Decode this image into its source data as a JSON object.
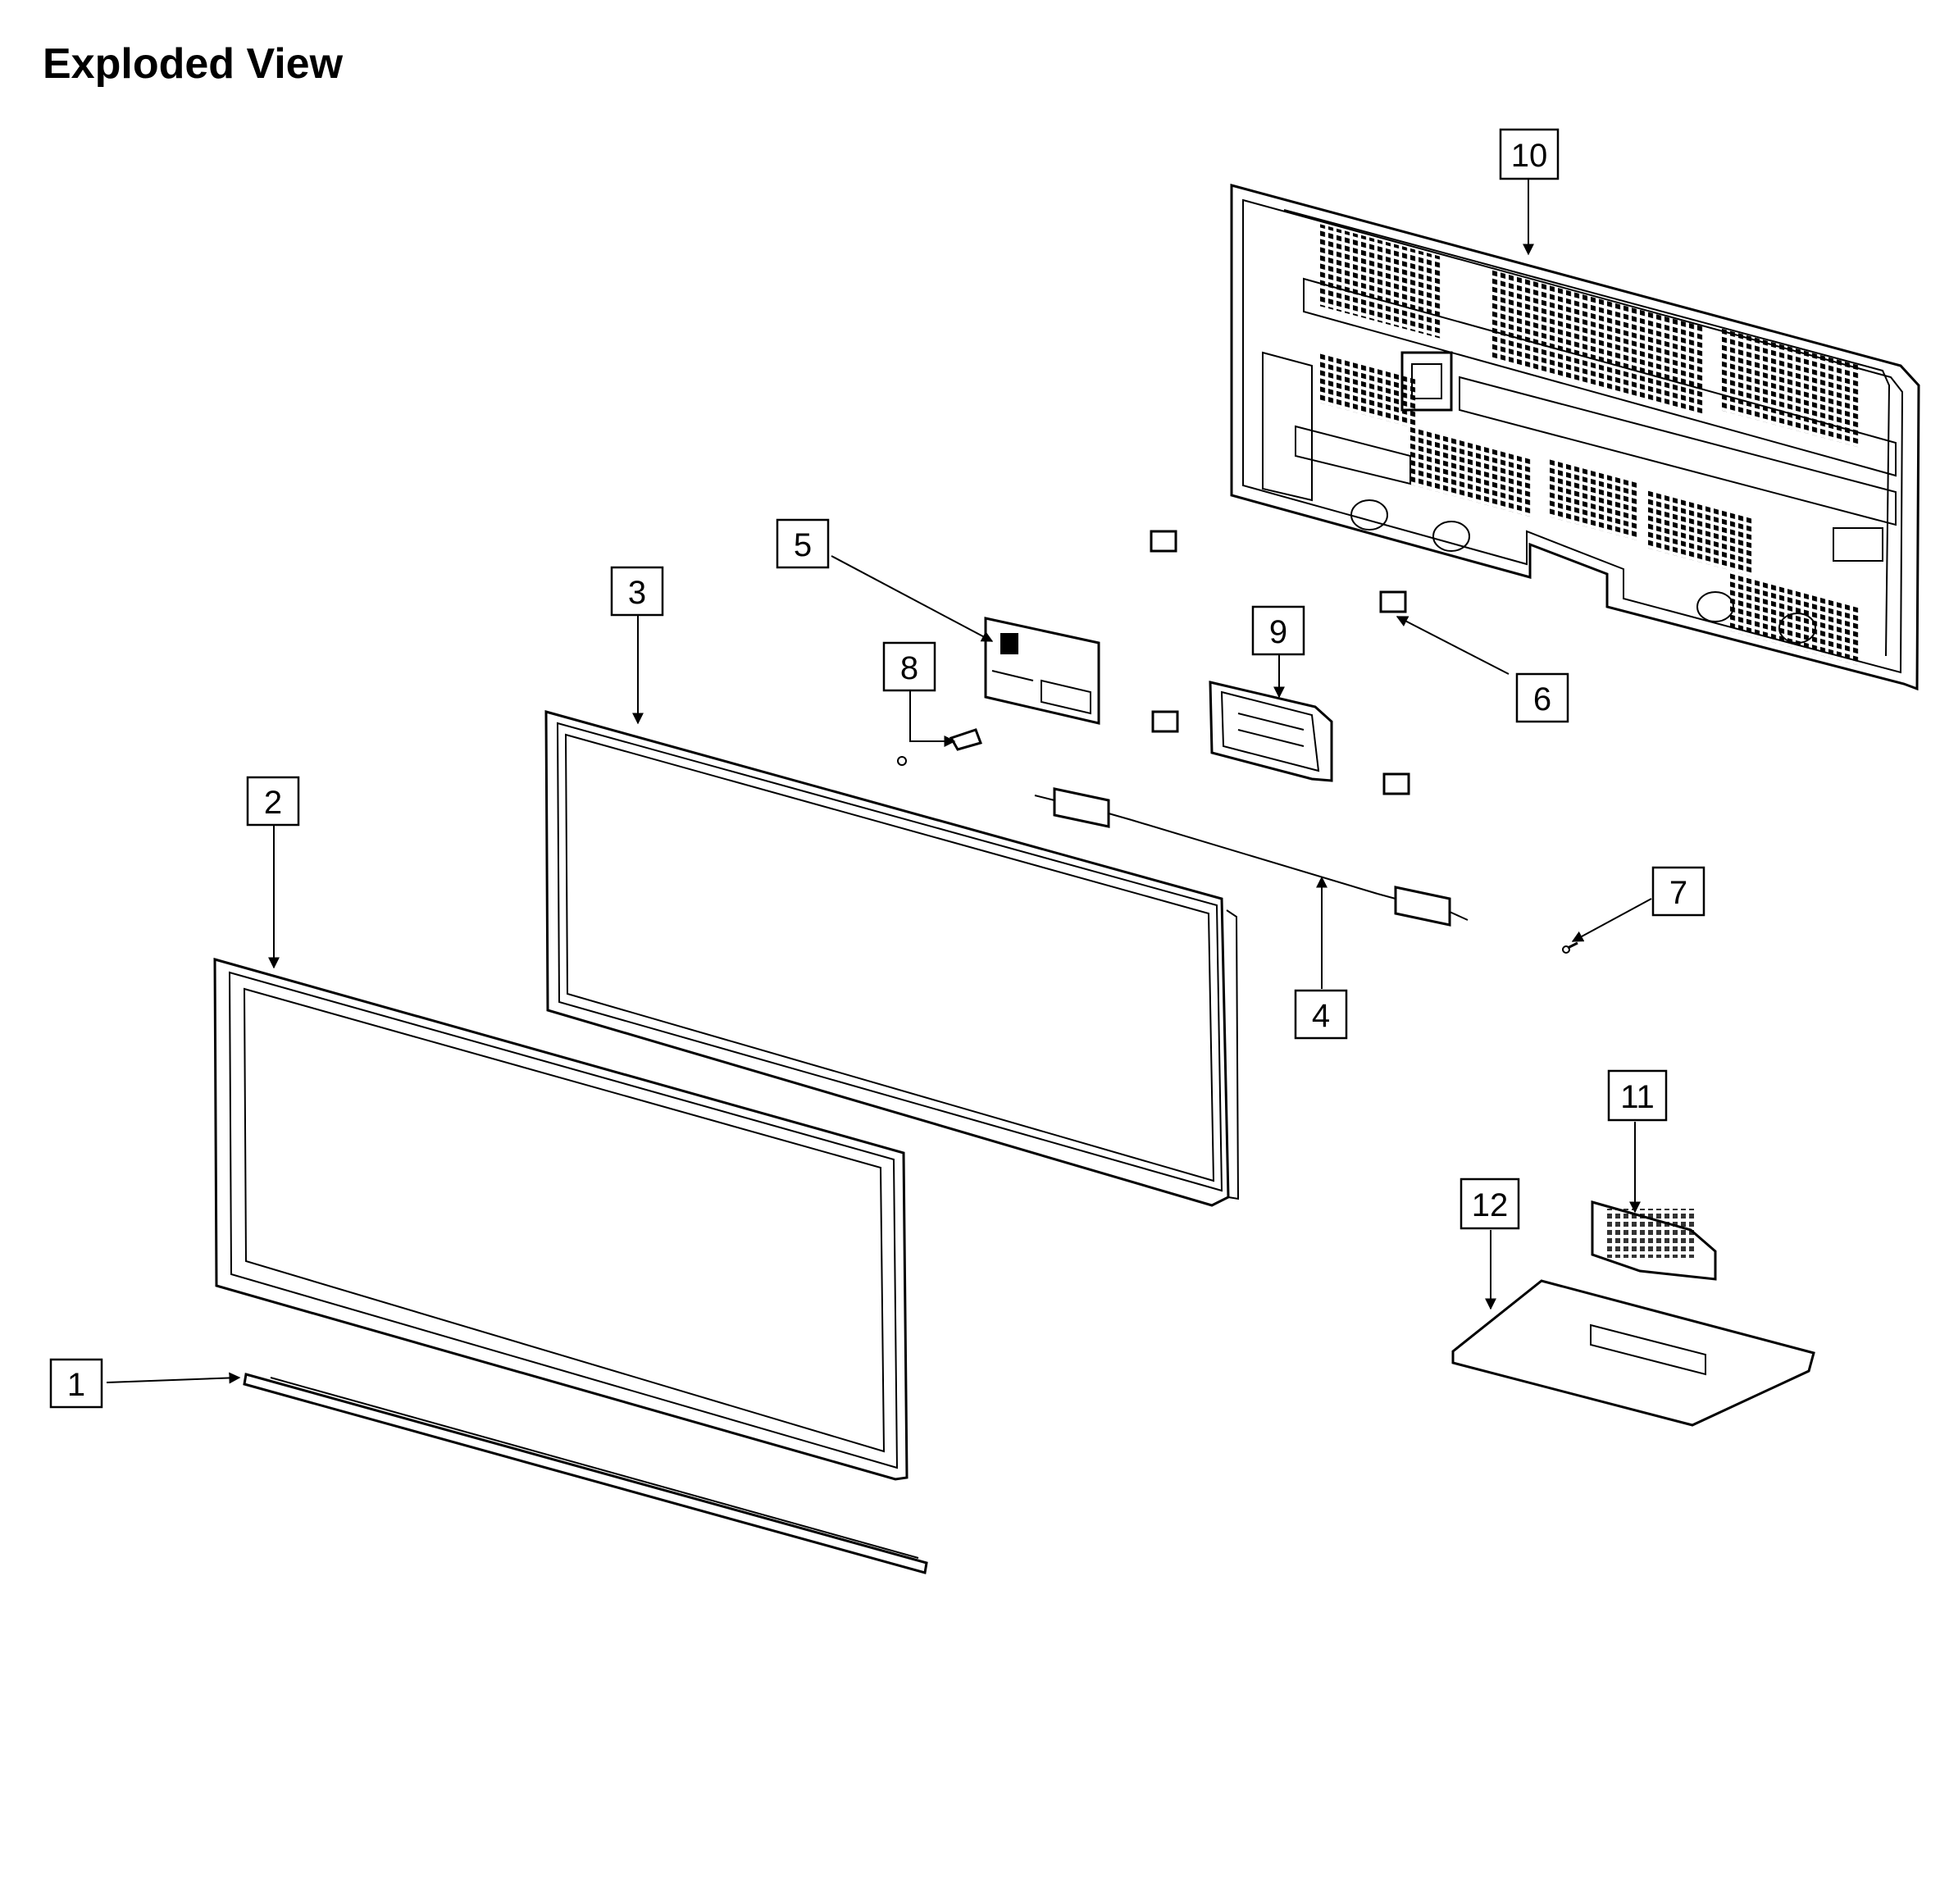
{
  "title": "Exploded View",
  "callouts": [
    {
      "id": "1",
      "label": "1"
    },
    {
      "id": "2",
      "label": "2"
    },
    {
      "id": "3",
      "label": "3"
    },
    {
      "id": "4",
      "label": "4"
    },
    {
      "id": "5",
      "label": "5"
    },
    {
      "id": "6",
      "label": "6"
    },
    {
      "id": "7",
      "label": "7"
    },
    {
      "id": "8",
      "label": "8"
    },
    {
      "id": "9",
      "label": "9"
    },
    {
      "id": "10",
      "label": "10"
    },
    {
      "id": "11",
      "label": "11"
    },
    {
      "id": "12",
      "label": "12"
    }
  ]
}
